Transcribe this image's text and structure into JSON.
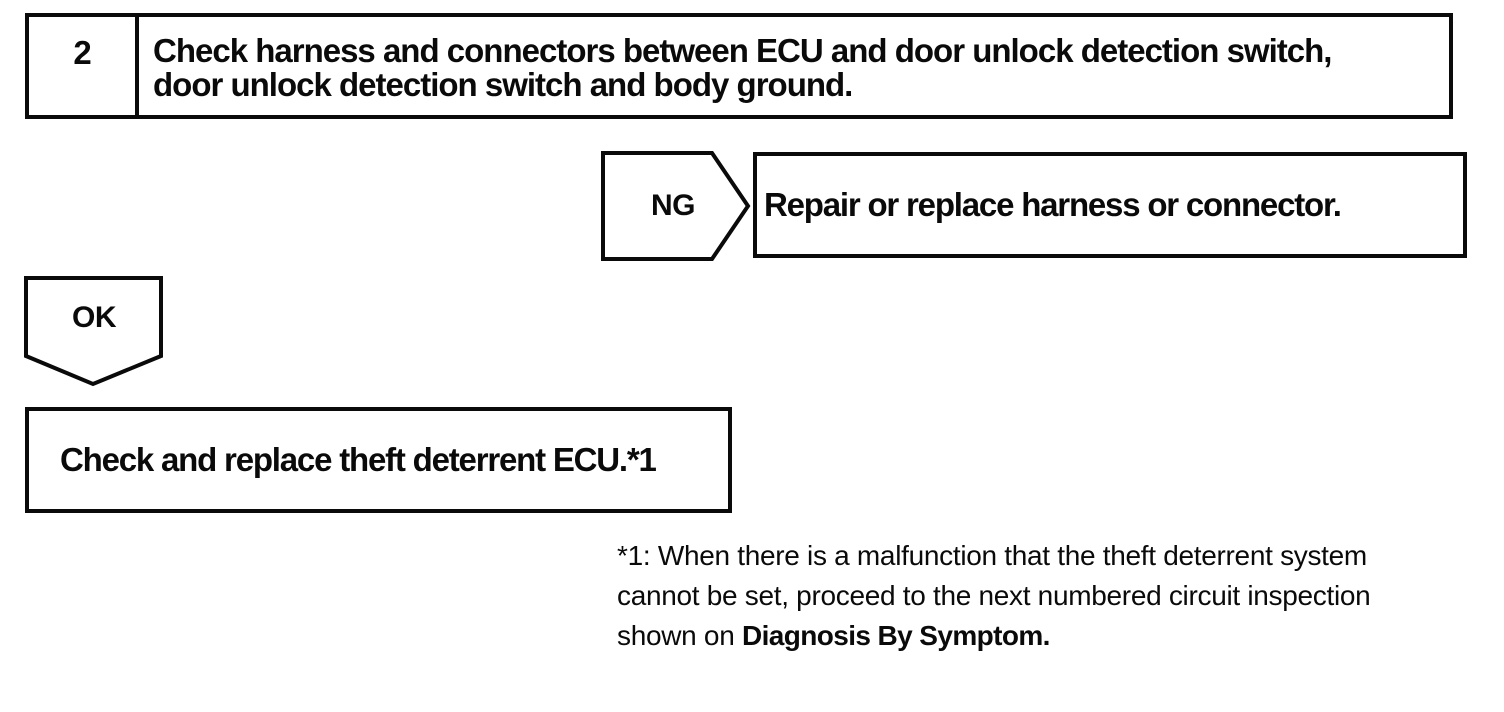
{
  "page": {
    "background": "#ffffff",
    "ink": "#0a0a0a"
  },
  "flowchart": {
    "step": {
      "number": "2",
      "instruction": "Check harness and connectors between ECU and door unlock detection switch,\ndoor unlock detection switch and body ground."
    },
    "ng_branch": {
      "label": "NG",
      "action": "Repair or replace harness or connector."
    },
    "ok_branch": {
      "label": "OK",
      "action": "Check and replace theft deterrent ECU.*1"
    },
    "footnote": {
      "line1": "*1: When there is a malfunction that the theft deterrent system",
      "line2": "cannot be set, proceed to the next numbered circuit inspection",
      "line3_prefix": "shown on ",
      "line3_emphasis": "Diagnosis By Symptom."
    }
  }
}
